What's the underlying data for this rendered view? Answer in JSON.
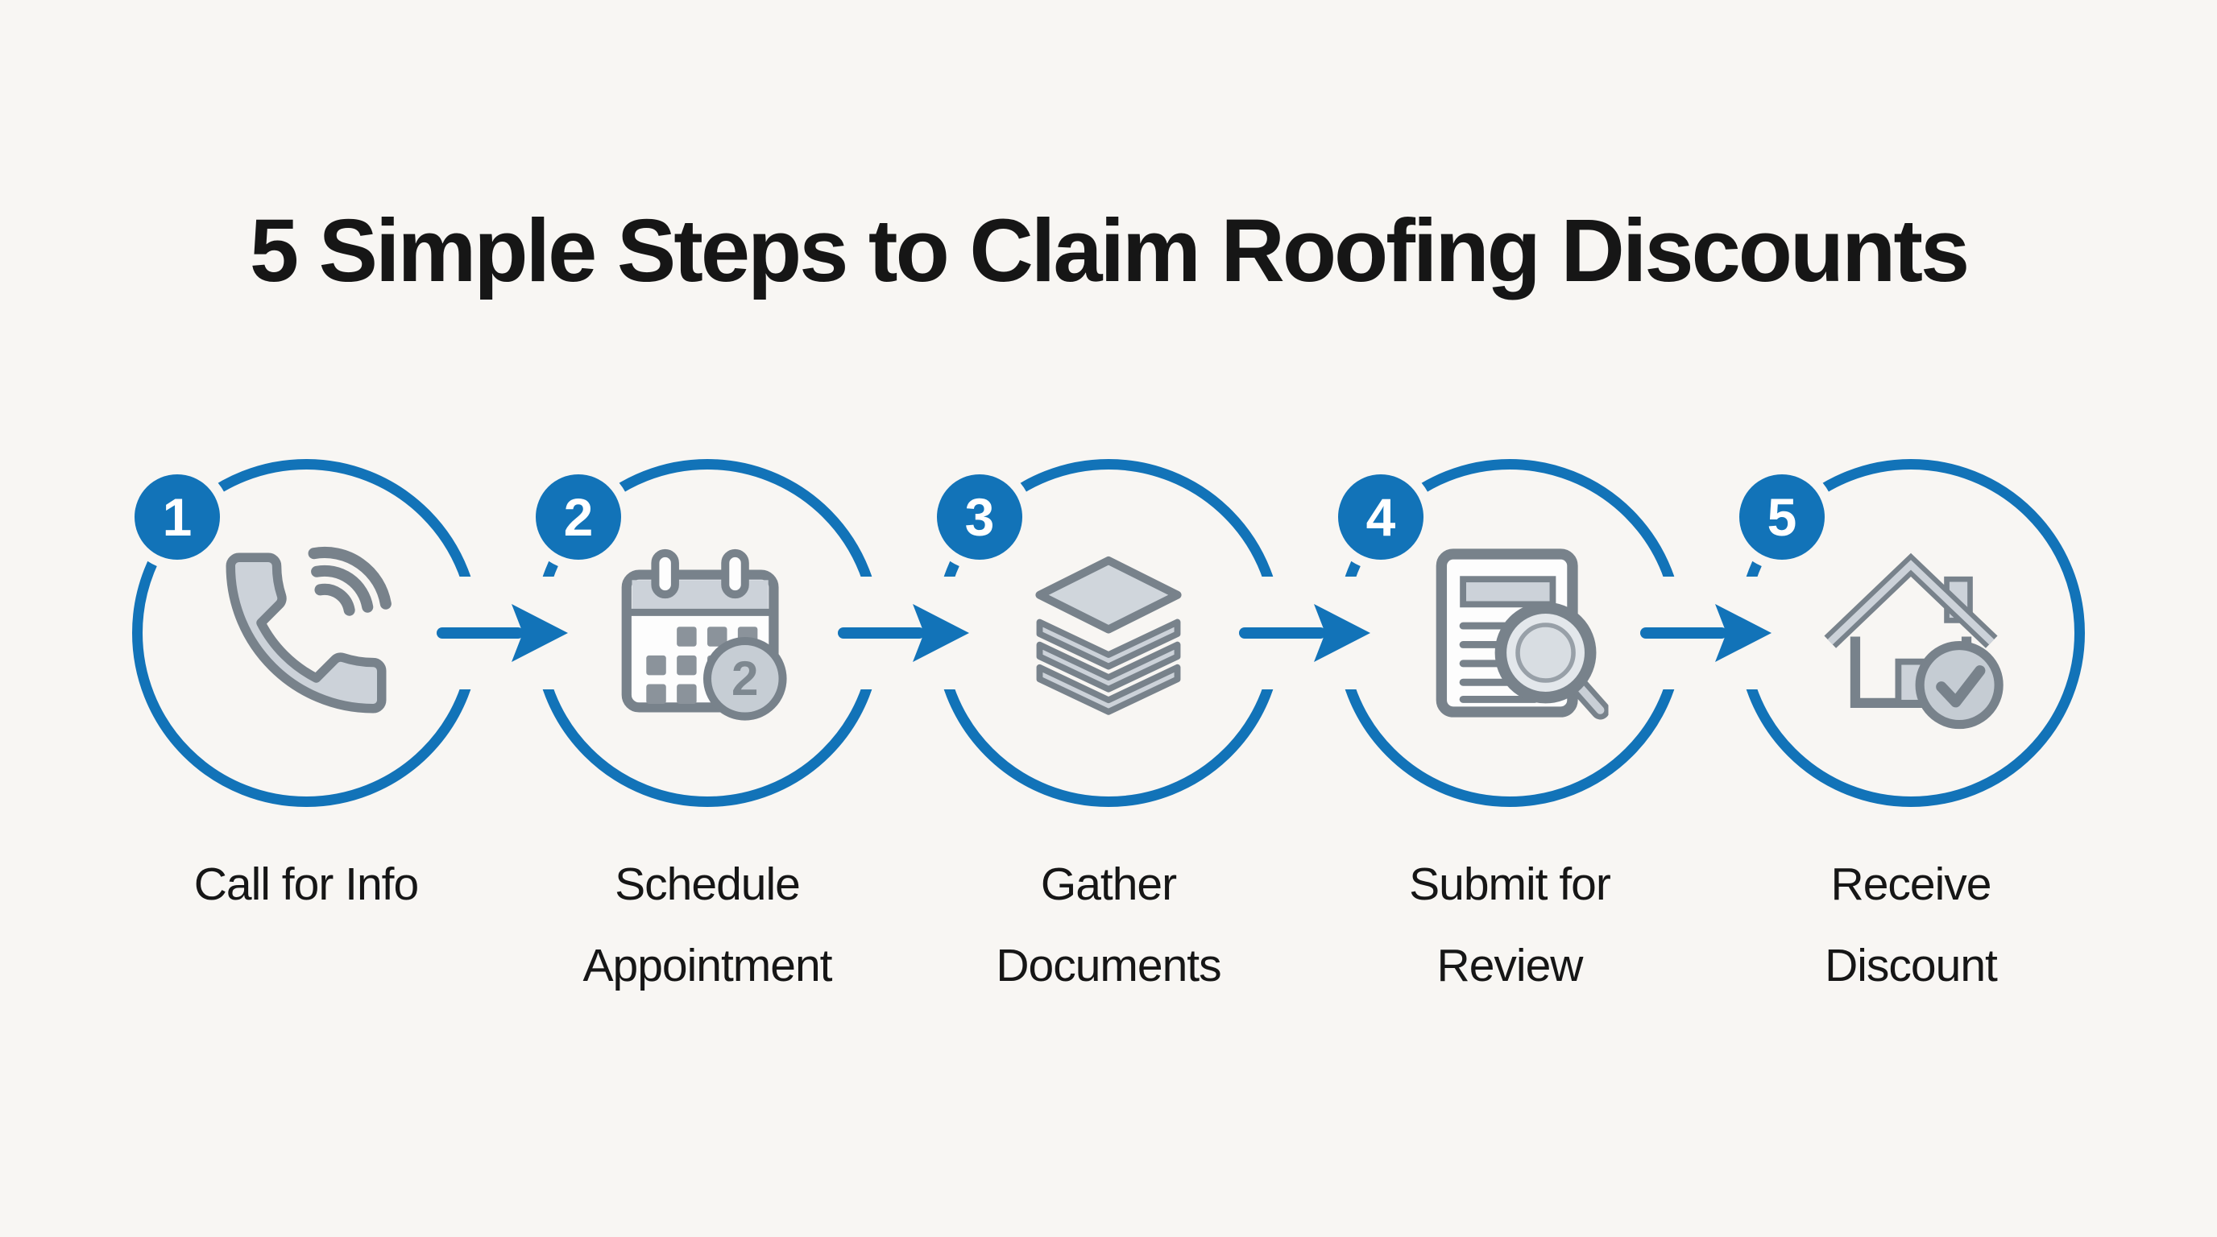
{
  "title": "5 Simple Steps to Claim Roofing Discounts",
  "colors": {
    "bg": "#f8f6f3",
    "accent": "#1273b8",
    "ink": "#161616",
    "icon_stroke": "#78828b",
    "icon_fill": "#ccd2d9",
    "icon_fill_light": "#e3e7eb",
    "icon_dark": "#8b939b"
  },
  "steps": [
    {
      "number": "1",
      "label": "Call for Info",
      "icon": "phone-icon"
    },
    {
      "number": "2",
      "label": "Schedule Appointment",
      "icon": "calendar-icon",
      "calendar_day": "2"
    },
    {
      "number": "3",
      "label": "Gather Documents",
      "icon": "layers-icon"
    },
    {
      "number": "4",
      "label": "Submit for Review",
      "icon": "document-search-icon"
    },
    {
      "number": "5",
      "label": "Receive Discount",
      "icon": "house-check-icon"
    }
  ]
}
